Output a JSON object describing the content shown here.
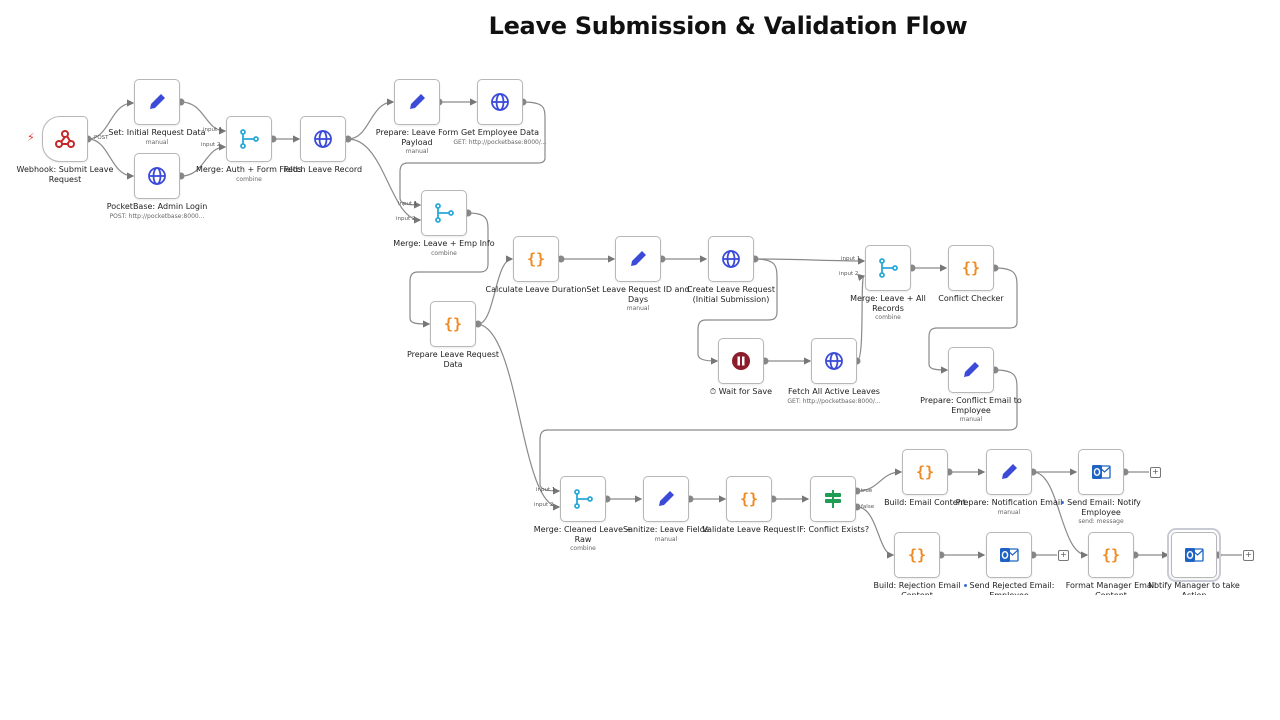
{
  "title": "Leave Submission & Validation Flow",
  "colors": {
    "edit": "#3b4bd8",
    "globe": "#3b4bd8",
    "merge": "#2aa8d8",
    "code": "#f08a24",
    "wait": "#8b1d2c",
    "if": "#1f9d55",
    "outlook": "#1e63c4",
    "trigger": "#e53935"
  },
  "nodes": {
    "webhook": {
      "label": "Webhook: Submit Leave Request",
      "port_out": "POST"
    },
    "set_initial": {
      "label": "Set: Initial Request Data",
      "sub": "manual"
    },
    "admin_login": {
      "label": "PocketBase: Admin Login",
      "sub": "POST: http://pocketbase:8000..."
    },
    "merge_auth": {
      "label": "Merge: Auth + Form Fields",
      "sub": "combine",
      "in1": "input 1",
      "in2": "input 2"
    },
    "fetch_leave": {
      "label": "Fetch Leave Record"
    },
    "prepare_form": {
      "label": "Prepare: Leave Form Payload",
      "sub": "manual"
    },
    "get_employee": {
      "label": "Get Employee Data",
      "sub": "GET: http://pocketbase:8000/..."
    },
    "merge_emp": {
      "label": "Merge: Leave + Emp Info",
      "sub": "combine",
      "in1": "input 1",
      "in2": "input 2"
    },
    "prepare_request": {
      "label": "Prepare Leave Request Data"
    },
    "calc_duration": {
      "label": "Calculate Leave Duration"
    },
    "set_request_id": {
      "label": "Set Leave Request ID and Days",
      "sub": "manual"
    },
    "create_request": {
      "label": "Create Leave Request (Initial Submission)"
    },
    "wait_save": {
      "label": "⏱ Wait for Save"
    },
    "fetch_active": {
      "label": "Fetch All Active Leaves",
      "sub": "GET: http://pocketbase:8000/..."
    },
    "merge_all": {
      "label": "Merge: Leave + All Records",
      "sub": "combine",
      "in1": "input 1",
      "in2": "input 2"
    },
    "conflict_checker": {
      "label": "Conflict Checker"
    },
    "prepare_conflict_email": {
      "label": "Prepare: Conflict Email to Employee",
      "sub": "manual"
    },
    "merge_cleaned": {
      "label": "Merge: Cleaned Leave + Raw",
      "sub": "combine",
      "in1": "input 1",
      "in2": "input 2"
    },
    "sanitize": {
      "label": "Sanitize: Leave Fields",
      "sub": "manual"
    },
    "validate": {
      "label": "Validate Leave Request"
    },
    "if_conflict": {
      "label": "IF: Conflict Exists?",
      "out_true": "true",
      "out_false": "false"
    },
    "build_email": {
      "label": "Build: Email Content"
    },
    "prepare_notification": {
      "label": "Prepare: Notification Email",
      "sub": "manual"
    },
    "send_notify": {
      "label": "Send Email: Notify Employee",
      "sub": "send: message"
    },
    "build_rejection": {
      "label": "Build: Rejection Email Content"
    },
    "send_rejected": {
      "label": "Send Rejected Email: Employee"
    },
    "format_manager": {
      "label": "Format Manager Email Content"
    },
    "notify_manager": {
      "label": "Notify Manager to take Action"
    }
  }
}
